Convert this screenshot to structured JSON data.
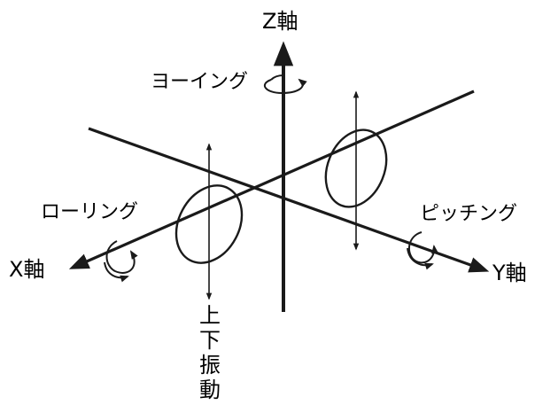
{
  "labels": {
    "z_axis": "Z軸",
    "x_axis": "X軸",
    "y_axis": "Y軸",
    "yawing": "ヨーイング",
    "rolling": "ローリング",
    "pitching": "ピッチング",
    "vertical_vibration": "上下振動"
  },
  "colors": {
    "line": "#1a1a1a",
    "text": "#000000",
    "background": "#ffffff"
  }
}
